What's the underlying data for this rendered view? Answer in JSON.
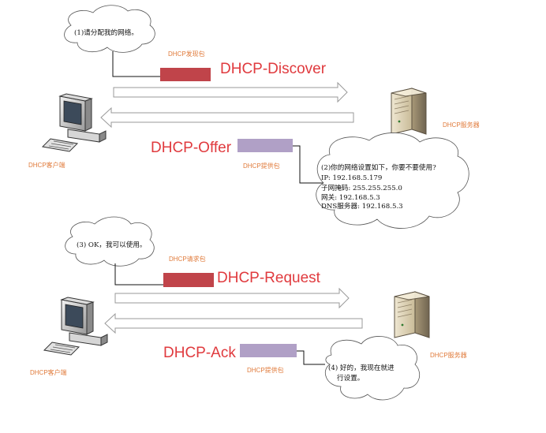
{
  "colors": {
    "discover_packet": "#c0444a",
    "offer_packet": "#b0a0c6",
    "request_packet": "#c0444a",
    "ack_packet": "#b0a0c6",
    "label_red": "#e03a3e",
    "caption_orange": "#e07a3a"
  },
  "top": {
    "client_caption": "DHCP客户端",
    "server_caption": "DHCP服务器",
    "bubble_request": "(1)请分配我的网络。",
    "discover_small": "DHCP发现包",
    "discover_big": "DHCP-Discover",
    "offer_small": "DHCP提供包",
    "offer_big": "DHCP-Offer",
    "offer_bubble_lines": [
      "(2)你的网络设置如下，你要不要使用?",
      "IP: 192.168.5.179",
      "子网掩码: 255.255.255.0",
      "网关: 192.168.5.3",
      "DNS服务器: 192.168.5.3"
    ]
  },
  "bottom": {
    "client_caption": "DHCP客户端",
    "server_caption": "DHCP服务器",
    "bubble_ok": "(3) OK，我可以使用。",
    "request_small": "DHCP请求包",
    "request_big": "DHCP-Request",
    "ack_small": "DHCP提供包",
    "ack_big": "DHCP-Ack",
    "ack_bubble_lines": [
      "(4) 好的，我现在就进",
      "行设置。"
    ]
  }
}
